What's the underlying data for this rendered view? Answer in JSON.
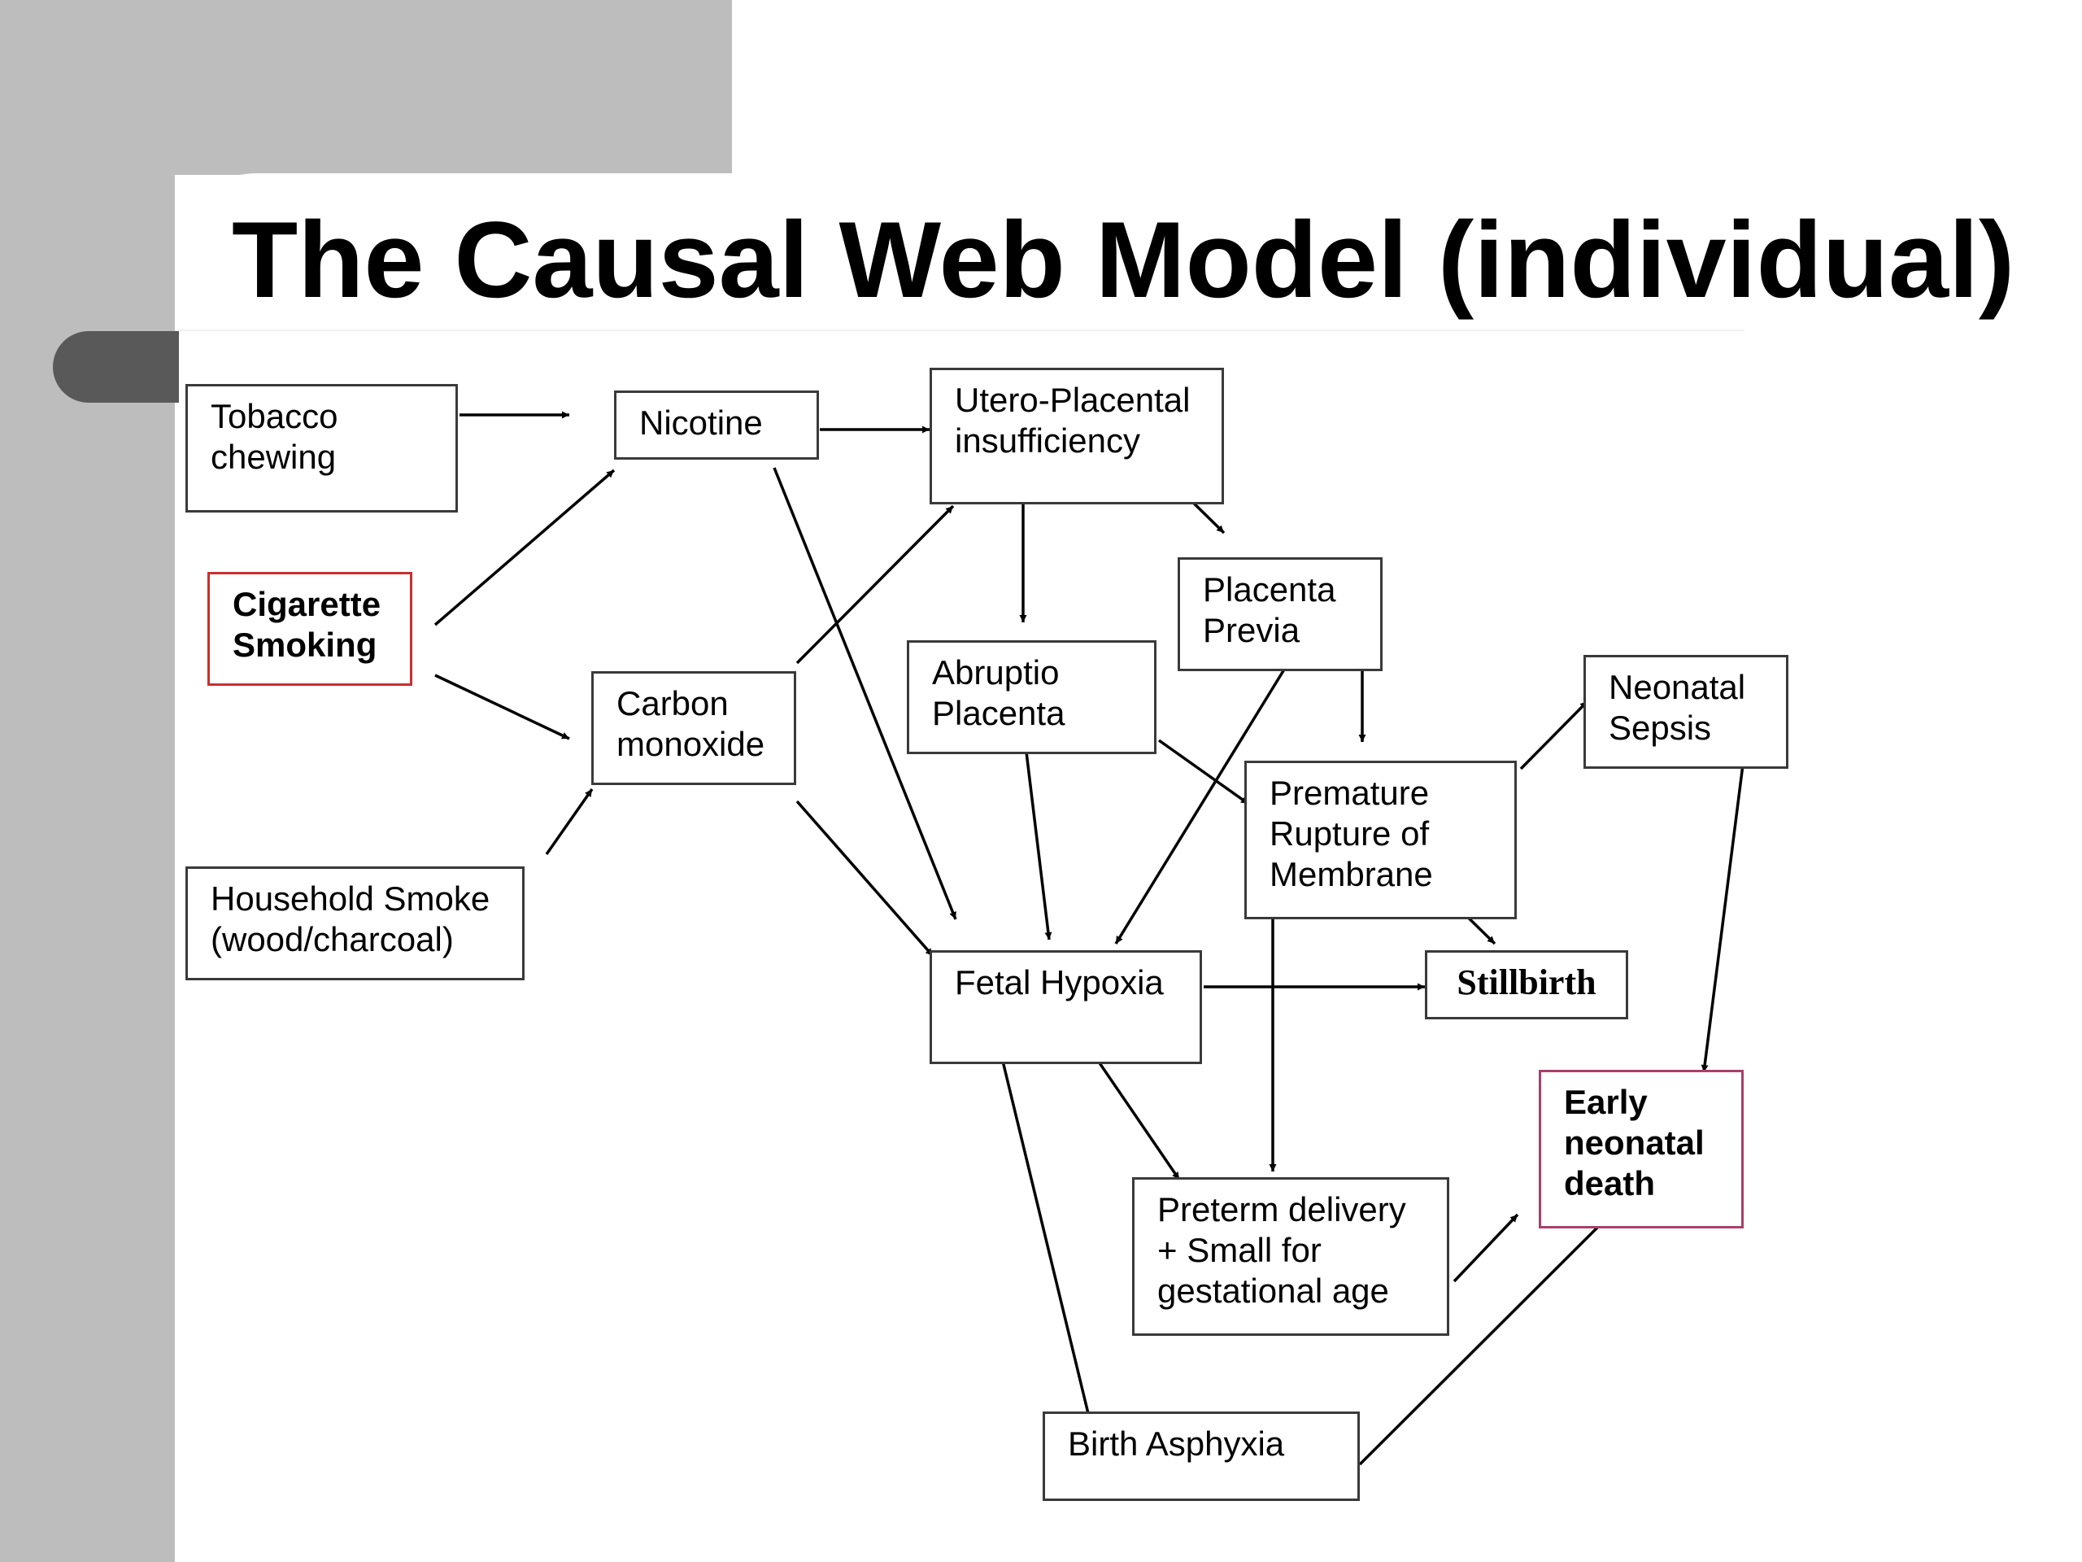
{
  "title": "The Causal Web Model (individual)",
  "nodes": {
    "tobacco": "Tobacco\nchewing",
    "nicotine": "Nicotine",
    "utero": "Utero-Placental\ninsufficiency",
    "cigarette": "Cigarette\nSmoking",
    "placenta_previa": "Placenta\nPrevia",
    "abruptio": "Abruptio\nPlacenta",
    "carbon": "Carbon\nmonoxide",
    "neonatal_sepsis": "Neonatal\nSepsis",
    "premature": "Premature\nRupture of\nMembrane",
    "household": "Household Smoke\n(wood/charcoal)",
    "fetal_hypoxia": "Fetal Hypoxia",
    "stillbirth": "Stillbirth",
    "early_death": "Early\nneonatal\ndeath",
    "preterm": "Preterm delivery\n  +   Small for\ngestational age",
    "birth_asphyxia": "Birth Asphyxia"
  },
  "colors": {
    "background": "#ffffff",
    "side_panel": "#bdbdbd",
    "tab": "#595959",
    "box_border": "#3a3a3a",
    "cigarette_border": "#c8302f",
    "early_death_border": "#a8406a",
    "arrow": "#000000"
  }
}
